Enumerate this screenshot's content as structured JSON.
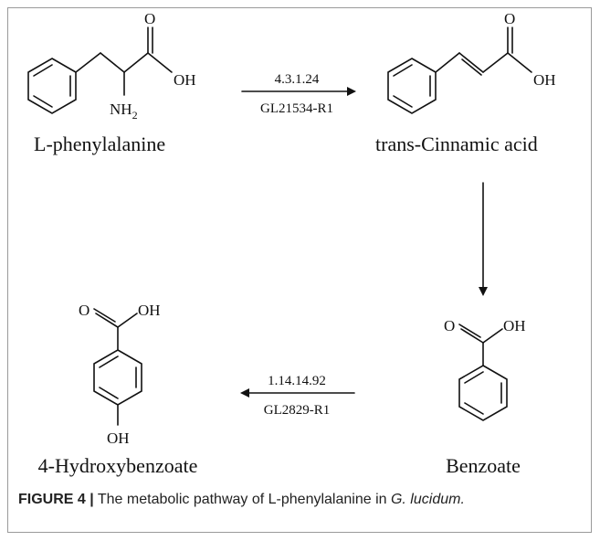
{
  "figure": {
    "caption_label": "FIGURE 4 |",
    "caption_text": " The metabolic pathway of L-phenylalanine in ",
    "caption_organism": "G. lucidum.",
    "colors": {
      "ink": "#111111",
      "border": "#9a9a9a",
      "caption": "#222222"
    }
  },
  "compounds": {
    "phenylalanine": {
      "name": "L-phenylalanine",
      "atom_o": "O",
      "atom_oh": "OH",
      "atom_nh": "NH",
      "atom_nh_sub": "2"
    },
    "cinnamic": {
      "name": "trans-Cinnamic acid",
      "atom_o": "O",
      "atom_oh": "OH"
    },
    "benzoate": {
      "name": "Benzoate",
      "atom_o": "O",
      "atom_oh": "OH"
    },
    "hydroxybenzoate": {
      "name": "4-Hydroxybenzoate",
      "atom_o": "O",
      "atom_oh": "OH",
      "atom_oh_para": "OH"
    }
  },
  "reactions": [
    {
      "ec": "4.3.1.24",
      "gene": "GL21534-R1",
      "direction": "right"
    },
    {
      "ec": "",
      "gene": "",
      "direction": "down"
    },
    {
      "ec": "1.14.14.92",
      "gene": "GL2829-R1",
      "direction": "left"
    }
  ]
}
